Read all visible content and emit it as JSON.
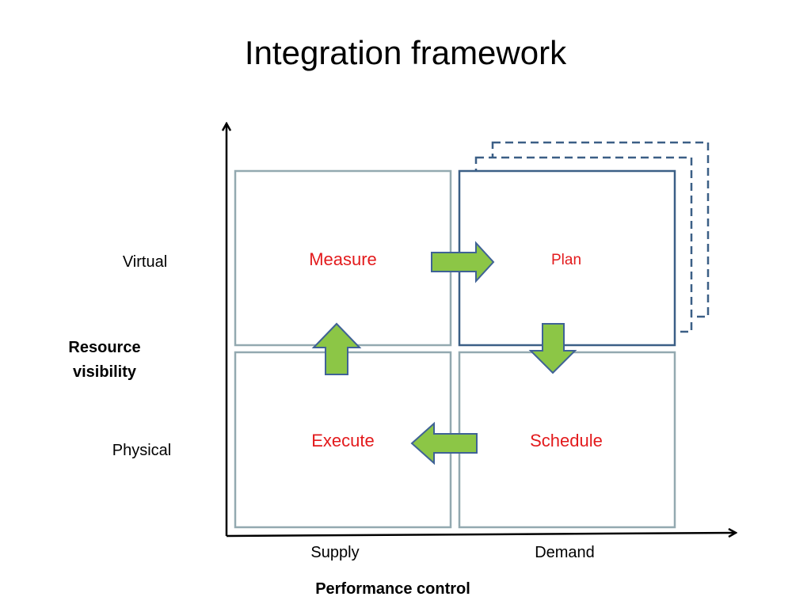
{
  "title": "Integration framework",
  "quadrants": {
    "measure": "Measure",
    "plan": "Plan",
    "execute": "Execute",
    "schedule": "Schedule"
  },
  "y_axis": {
    "title_line1": "Resource",
    "title_line2": "visibility",
    "top_label": "Virtual",
    "bottom_label": "Physical"
  },
  "x_axis": {
    "title": "Performance control",
    "left_label": "Supply",
    "right_label": "Demand"
  },
  "colors": {
    "quadrant_text": "#e31a1c",
    "box_border": "#93a9b0",
    "plan_border": "#3b5f86",
    "arrow_fill": "#8cc646",
    "arrow_stroke": "#3f6296"
  }
}
